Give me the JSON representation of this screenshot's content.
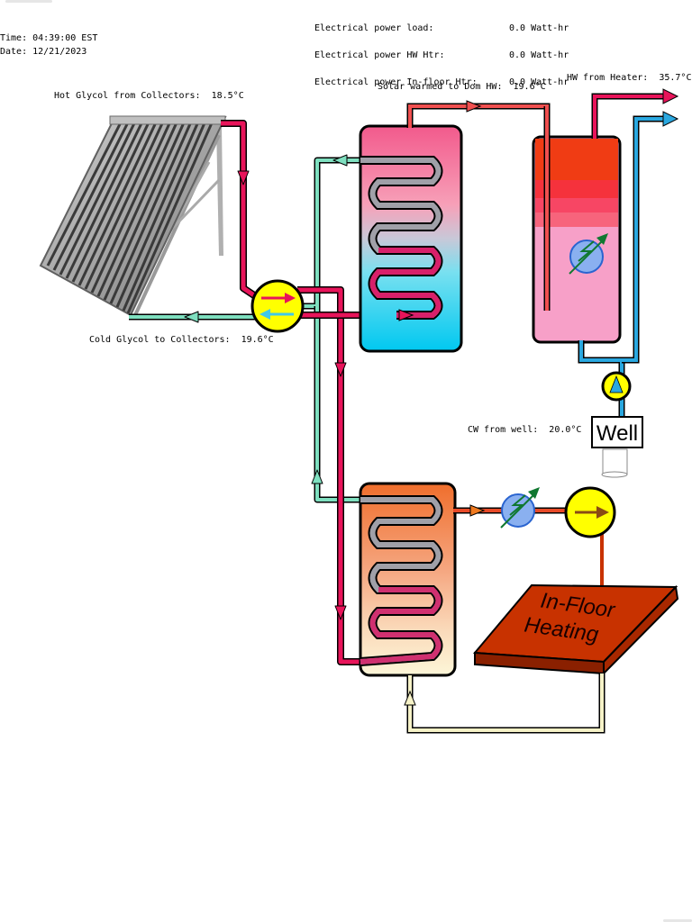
{
  "header": {
    "time": "Time: 04:39:00 EST",
    "date": "Date: 12/21/2023",
    "power": [
      {
        "label": "Electrical power load:",
        "value": "0.0 Watt-hr"
      },
      {
        "label": "Electrical power HW Htr:",
        "value": "0.0 Watt-hr"
      },
      {
        "label": "Electrical power In-floor Htr:",
        "value": "0.0 Watt-hr"
      }
    ]
  },
  "labels": {
    "hot_glycol": "Hot Glycol from Collectors:  18.5°C",
    "cold_glycol": "Cold Glycol to Collectors:  19.6°C",
    "solar_dom_hw": "Solar warmed to Dom HW:  19.6°C",
    "hw_from_heater": "HW from Heater:  35.7°C",
    "cw_from_well": "CW from well:  20.0°C",
    "well": "Well",
    "infloor_line1": "In-Floor",
    "infloor_line2": "Heating"
  },
  "colors": {
    "hot_pipe": "#e8145a",
    "cold_glycol_pipe": "#7fe0c0",
    "dhw_pipe": "#e84a28",
    "cold_water_pipe": "#2aa8e0",
    "infloor_return": "#f7f3c8",
    "pump_fill": "#ffff00",
    "infloor_panel": "#c83200",
    "tank_top_pink": "#f25a8c",
    "tank_bottom_blue": "#00c8f0"
  },
  "icons": [
    "solar-collector-icon",
    "heat-exchanger-pump-icon",
    "circulator-pump-icon",
    "element-heater-icon",
    "well-icon"
  ]
}
